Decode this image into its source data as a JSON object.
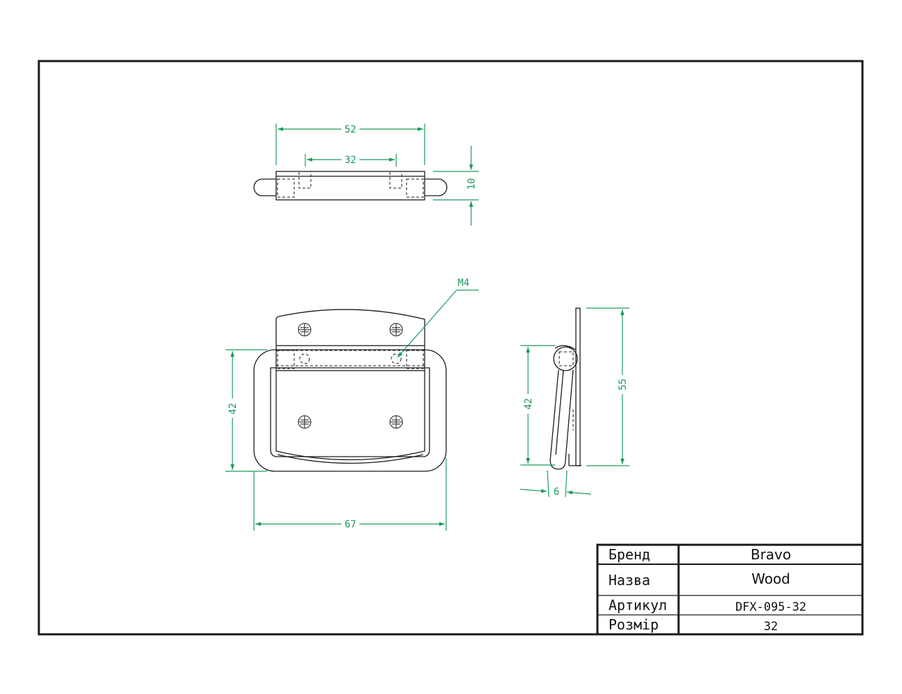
{
  "dimensions": {
    "top_overall_width": "52",
    "top_hole_spacing": "32",
    "top_height": "10",
    "thread_callout": "M4",
    "front_height": "42",
    "front_width": "67",
    "side_height": "42",
    "side_overall_height": "55",
    "side_thickness": "6"
  },
  "title_block": {
    "rows": [
      {
        "label": "Бренд",
        "value": "Bravo"
      },
      {
        "label": "Назва",
        "value": "Wood"
      },
      {
        "label": "Артикул",
        "value": "DFX-095-32"
      },
      {
        "label": "Розмір",
        "value": "32"
      }
    ]
  },
  "colors": {
    "outline": "#1a1a1a",
    "dimension": "#1a9a5a",
    "background": "#ffffff"
  }
}
